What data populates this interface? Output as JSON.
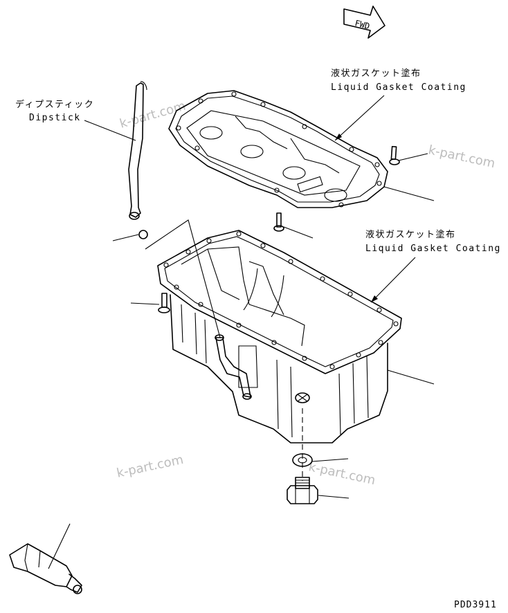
{
  "direction_marker": {
    "label": "FWD"
  },
  "callouts": {
    "liquid_gasket_upper_jp": "液状ガスケット塗布",
    "liquid_gasket_upper_en": "Liquid Gasket Coating",
    "liquid_gasket_lower_jp": "液状ガスケット塗布",
    "liquid_gasket_lower_en": "Liquid Gasket Coating",
    "dipstick_jp": "ディプスティック",
    "dipstick_en": "Dipstick"
  },
  "watermarks": [
    "k-part.com",
    "k-part.com",
    "k-part.com",
    "k-part.com"
  ],
  "drawing_number": "PDD3911",
  "icons": [
    "fwd-arrow-icon",
    "gasket-tube-icon"
  ]
}
